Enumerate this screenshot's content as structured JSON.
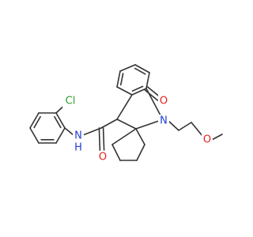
{
  "molecule": {
    "atom_labels": {
      "chlorine": "Cl",
      "amide_nitrogen": "N",
      "amide_hydrogen": "H",
      "amide_oxygen": "O",
      "lactam_oxygen": "O",
      "ring_nitrogen": "N",
      "ether_oxygen": "O"
    },
    "colors": {
      "bond": "#333333",
      "chlorine": "#2ca02c",
      "nitrogen": "#1f3fd1",
      "oxygen": "#e0221d",
      "carbon": "#333333"
    }
  }
}
